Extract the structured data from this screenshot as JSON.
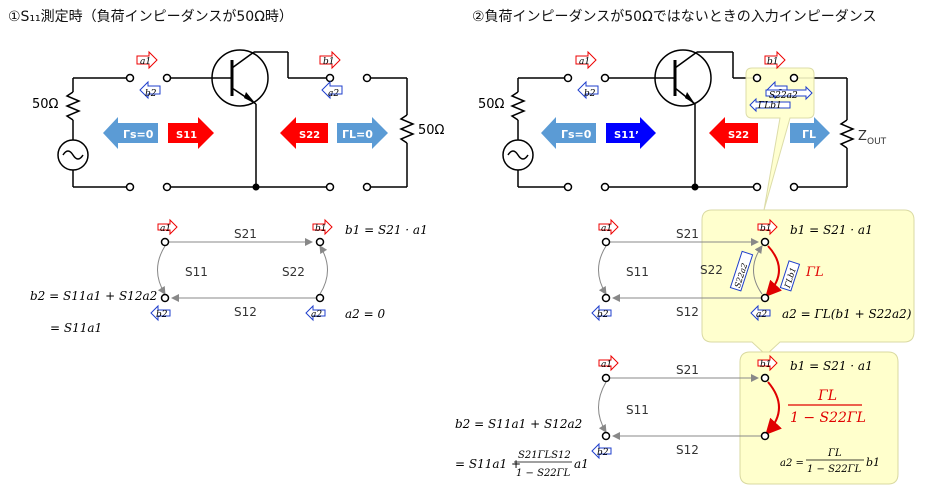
{
  "titles": {
    "left": "①S₁₁測定時（負荷インピーダンスが50Ω時）",
    "right": "②負荷インピーダンスが50Ωではないときの入力インピーダンス"
  },
  "ports": {
    "a1": "a1",
    "b1": "b1",
    "a2": "a2",
    "b2": "b2"
  },
  "impedance": {
    "source": "50Ω",
    "load": "50Ω",
    "zout": "Z",
    "zout_sub": "OUT"
  },
  "arrows": {
    "gs": "Γs=0",
    "s11": "S11",
    "s22": "S22",
    "gl0": "ΓL=0",
    "s11p": "S11’",
    "gl": "ΓL"
  },
  "sparams": {
    "s21": "S21",
    "s11": "S11",
    "s22": "S22",
    "s12": "S12"
  },
  "equations": {
    "b1": "b1 = S21 · a1",
    "a2zero": "a2 = 0",
    "b2_line1": "b2 = S11a1 + S12a2",
    "b2_line2": "= S11a1",
    "a2_gl": "a2 = ΓL(b1 + S22a2)",
    "frac_num": "ΓL",
    "frac_den": "1 − S22ΓL",
    "b2r_line1": "b2 = S11a1 + S12a2",
    "b2r_pre": "= S11a1 +",
    "b2r_num": "S21ΓLS12",
    "b2r_den": "1 − S22ΓL",
    "b2r_post": "a1",
    "a2_final_pre": "a2 =",
    "a2_final_num": "ΓL",
    "a2_final_den": "1 − S22ΓL",
    "a2_final_post": "b1"
  },
  "loop_labels": {
    "s22a2": "S22a2",
    "glb1": "ΓLb1"
  },
  "colors": {
    "red_arrow": "#ff0000",
    "blue_arrow": "#5b9bd5",
    "dark_blue_arrow": "#0000ff",
    "callout_fill": "#ffffcc",
    "callout_stroke": "#d9d9a0"
  }
}
